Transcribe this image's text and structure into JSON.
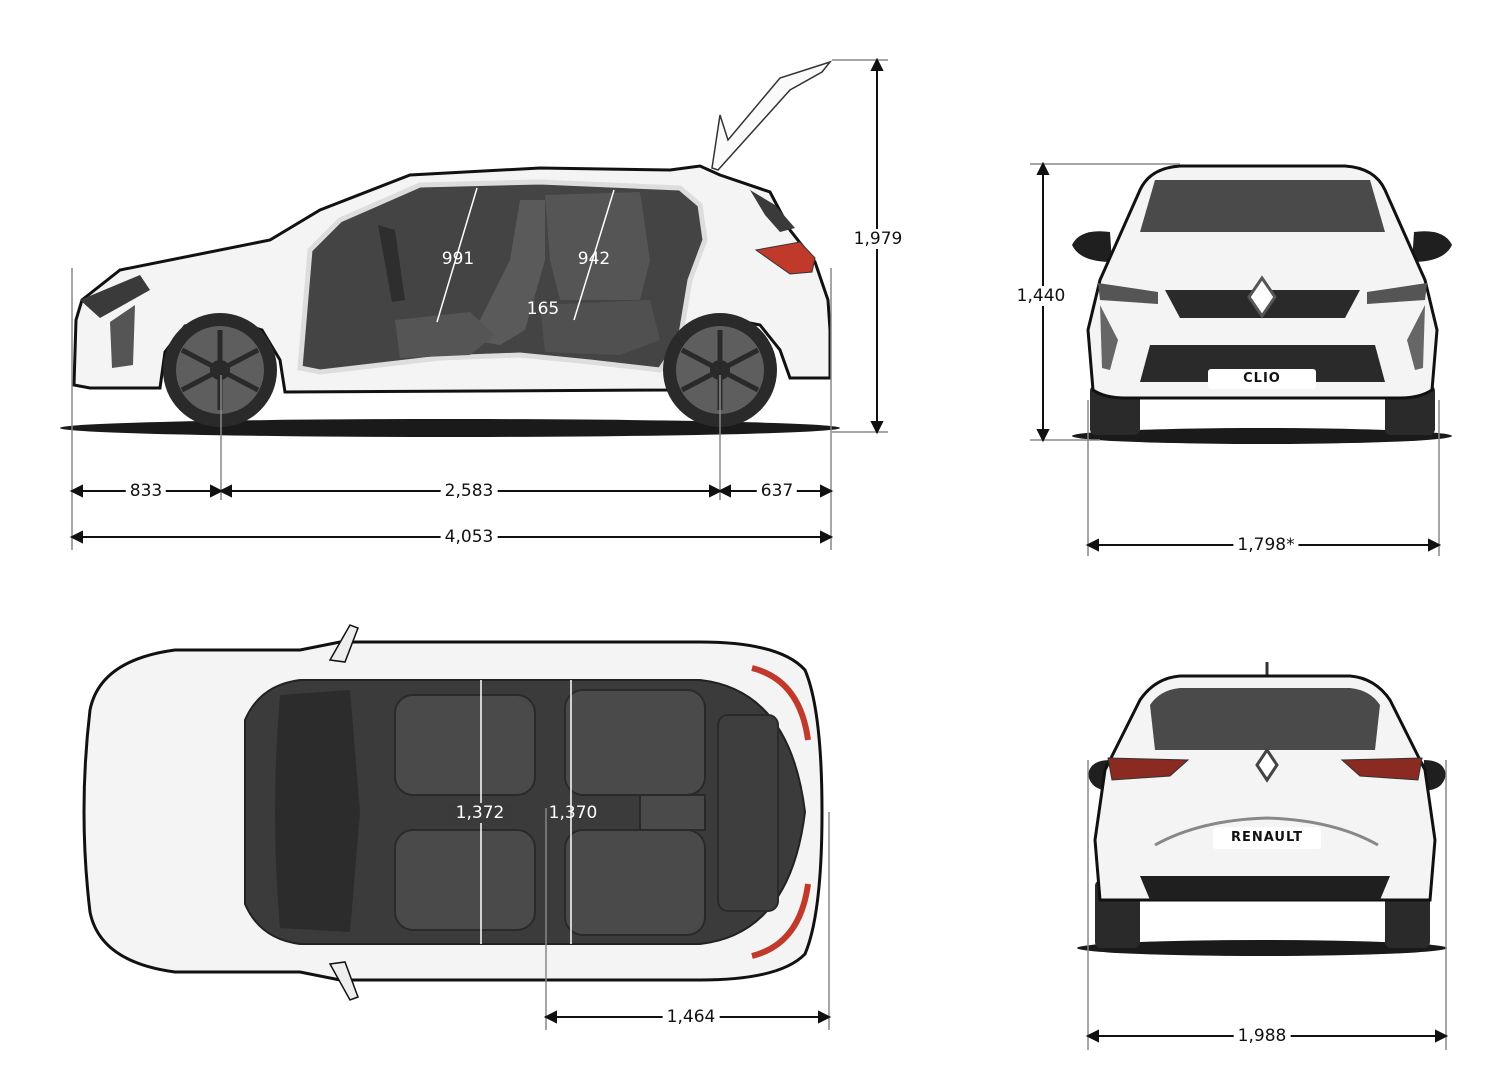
{
  "diagram": {
    "subject": "Renault Clio dimensions",
    "colors": {
      "body": "#f4f4f4",
      "outline": "#111111",
      "interior": "#3b3b3b",
      "glass": "#4a4a4a",
      "tyre": "#2a2a2a",
      "lights": "#c0392b",
      "dimension_line": "#111111",
      "extension_line": "#888888"
    },
    "side_view": {
      "front_overhang": "833",
      "wheelbase": "2,583",
      "rear_overhang": "637",
      "overall_length": "4,053",
      "height_tailgate_open": "1,979",
      "front_headroom": "991",
      "rear_headroom": "942",
      "rear_knee_room": "165"
    },
    "front_view": {
      "height": "1,440",
      "width_excl_mirrors": "1,798*",
      "badge": "CLIO"
    },
    "top_view": {
      "front_elbow_width": "1,372",
      "rear_elbow_width": "1,370",
      "rear_section_length": "1,464"
    },
    "rear_view": {
      "width_incl_mirrors": "1,988",
      "badge": "RENAULT"
    }
  }
}
